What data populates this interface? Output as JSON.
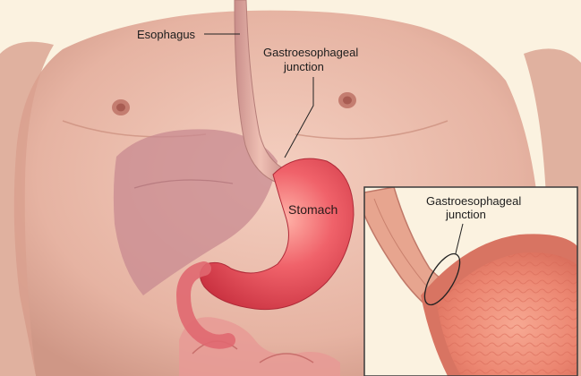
{
  "labels": {
    "esophagus": "Esophagus",
    "gej_line1": "Gastroesophageal",
    "gej_line2": "junction",
    "stomach": "Stomach",
    "inset_gej_line1": "Gastroesophageal",
    "inset_gej_line2": "junction"
  },
  "colors": {
    "background": "#fbf2e0",
    "skin": "#e8b8a8",
    "stomach": "#e8505a",
    "liver": "#c88a90",
    "inset_border": "#3a3a3a"
  }
}
